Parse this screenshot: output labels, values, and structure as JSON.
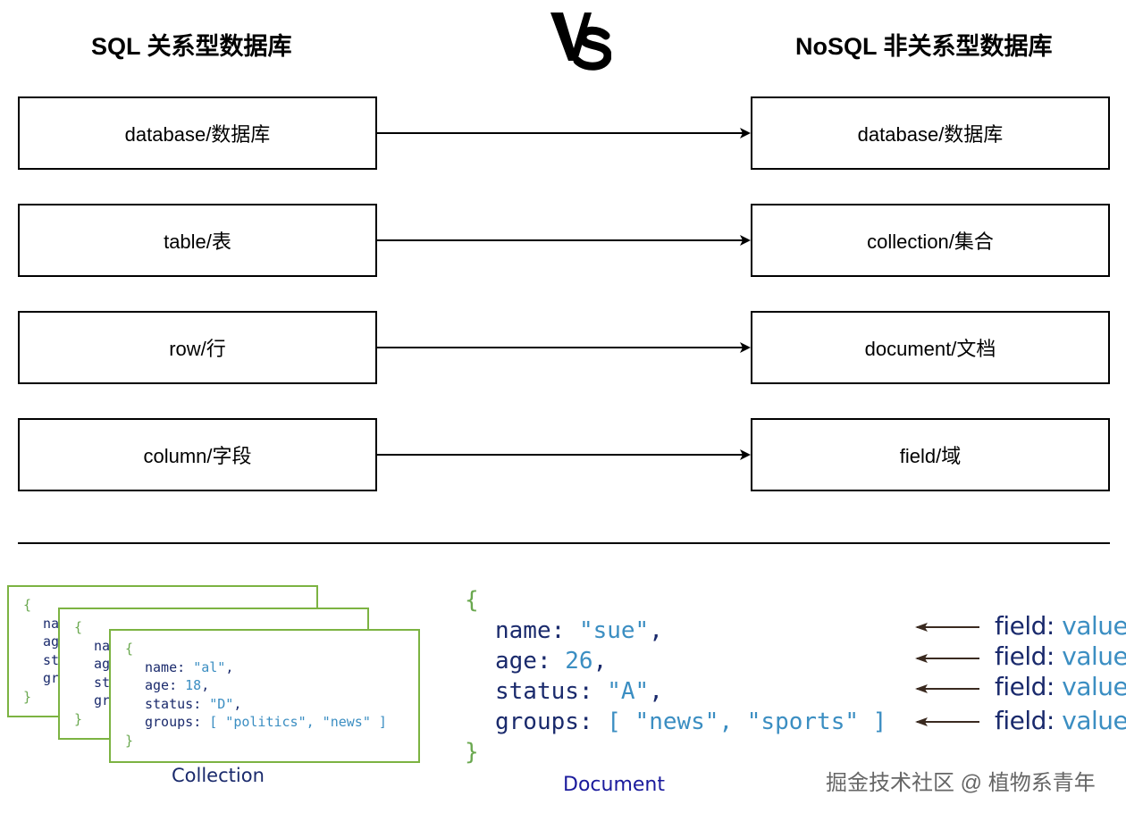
{
  "headings": {
    "sql": "SQL 关系型数据库",
    "vs": "VS",
    "nosql": "NoSQL 非关系型数据库"
  },
  "mapping": [
    {
      "sql": "database/数据库",
      "nosql": "database/数据库"
    },
    {
      "sql": "table/表",
      "nosql": "collection/集合"
    },
    {
      "sql": "row/行",
      "nosql": "document/文档"
    },
    {
      "sql": "column/字段",
      "nosql": "field/域"
    }
  ],
  "collection": {
    "label": "Collection",
    "front_card": {
      "open": "{",
      "close": "}",
      "lines": [
        {
          "key": "name",
          "value": "\"al\"",
          "sep": ","
        },
        {
          "key": "age",
          "value": "18",
          "sep": ","
        },
        {
          "key": "status",
          "value": "\"D\"",
          "sep": ","
        },
        {
          "key": "groups",
          "value": "[ \"politics\", \"news\" ]",
          "sep": ""
        }
      ]
    },
    "back_card_keys": [
      "na",
      "ag",
      "st",
      "gr"
    ]
  },
  "document": {
    "label": "Document",
    "open": "{",
    "close": "}",
    "lines": [
      {
        "key": "name",
        "value": "\"sue\"",
        "sep": ","
      },
      {
        "key": "age",
        "value": "26",
        "sep": ","
      },
      {
        "key": "status",
        "value": "\"A\"",
        "sep": ","
      },
      {
        "key": "groups",
        "value": "[ \"news\", \"sports\" ]",
        "sep": ""
      }
    ]
  },
  "annotations": [
    {
      "field": "field",
      "colon": ":",
      "value": " value"
    },
    {
      "field": "field",
      "colon": ":",
      "value": " value"
    },
    {
      "field": "field",
      "colon": ":",
      "value": " value"
    },
    {
      "field": "field",
      "colon": ":",
      "value": " value"
    }
  ],
  "watermark": "掘金技术社区 @ 植物系青年",
  "colors": {
    "box_border": "#000000",
    "card_border": "#7cb342",
    "brace": "#6aa84f",
    "key": "#1a2a6c",
    "value": "#3b8ec2",
    "arrow_dark": "#3a2a20"
  }
}
